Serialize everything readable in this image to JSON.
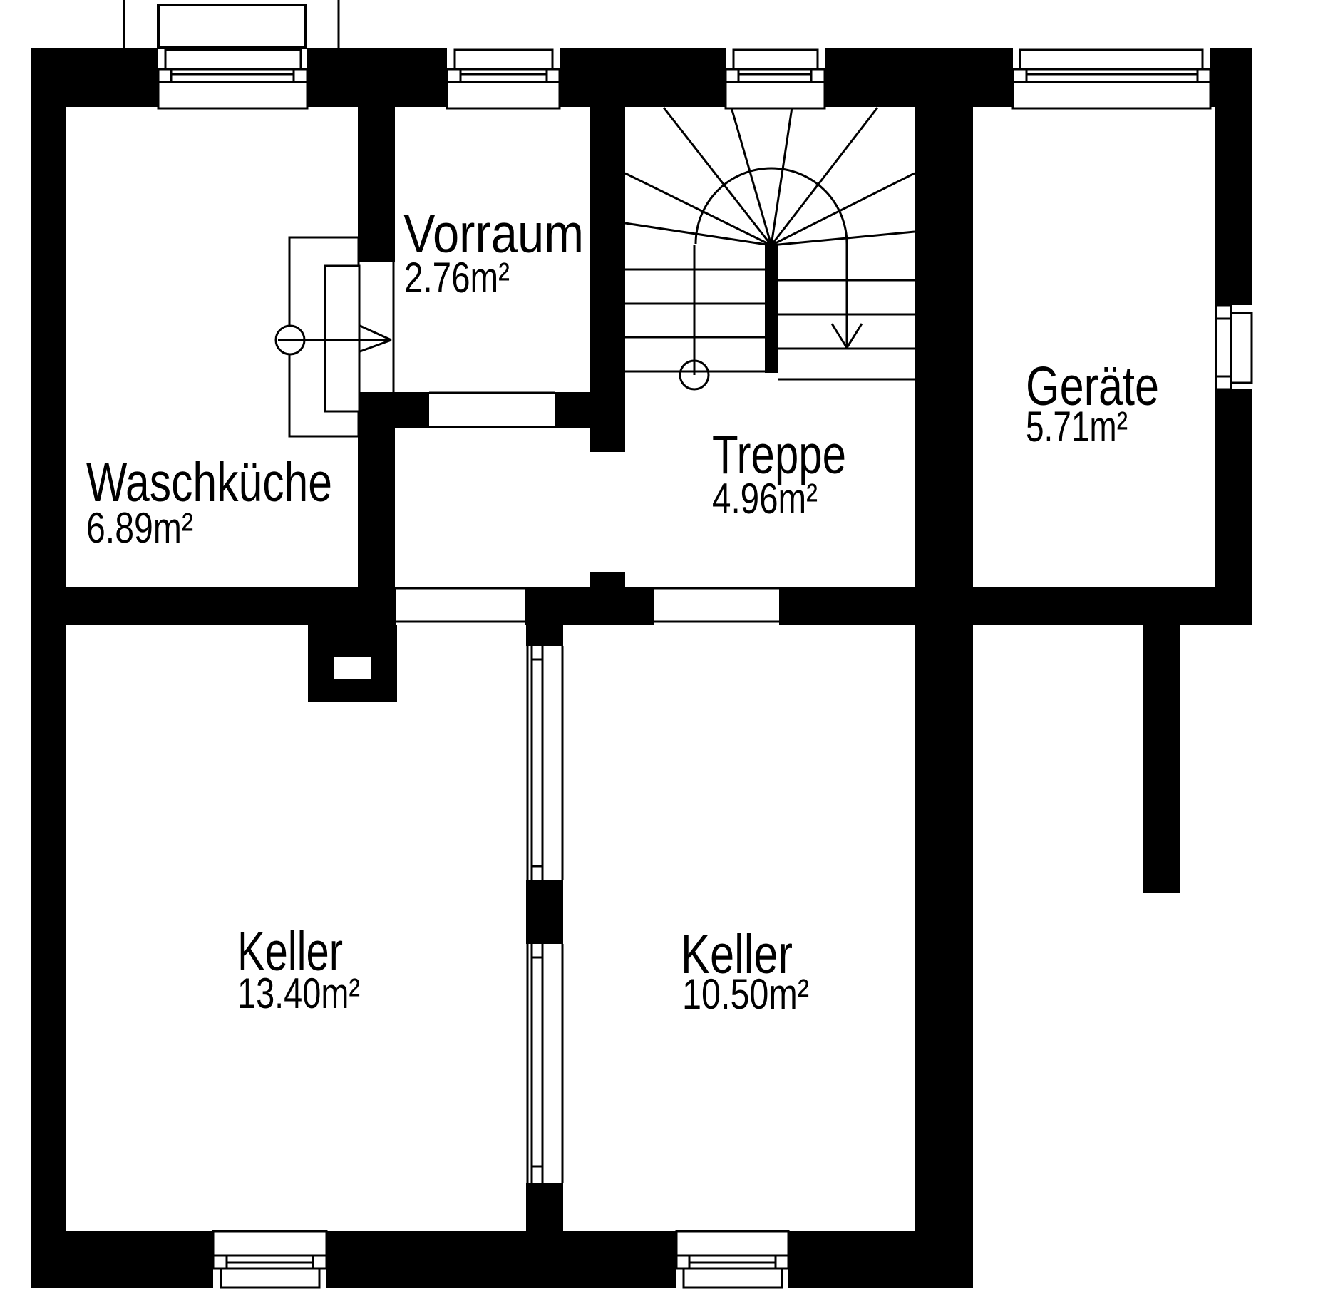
{
  "document": {
    "type": "architectural-floor-plan",
    "style": "black-and-white basement plan",
    "background_color": "#ffffff",
    "ink_color": "#000000"
  },
  "rooms": [
    {
      "id": "waschkueche",
      "name": "Waschküche",
      "area": "6.89m²"
    },
    {
      "id": "vorraum",
      "name": "Vorraum",
      "area": "2.76m²"
    },
    {
      "id": "treppe",
      "name": "Treppe",
      "area": "4.96m²"
    },
    {
      "id": "geraete",
      "name": "Geräte",
      "area": "5.71m²"
    },
    {
      "id": "keller-links",
      "name": "Keller",
      "area": "13.40m²"
    },
    {
      "id": "keller-rechts",
      "name": "Keller",
      "area": "10.50m²"
    }
  ]
}
